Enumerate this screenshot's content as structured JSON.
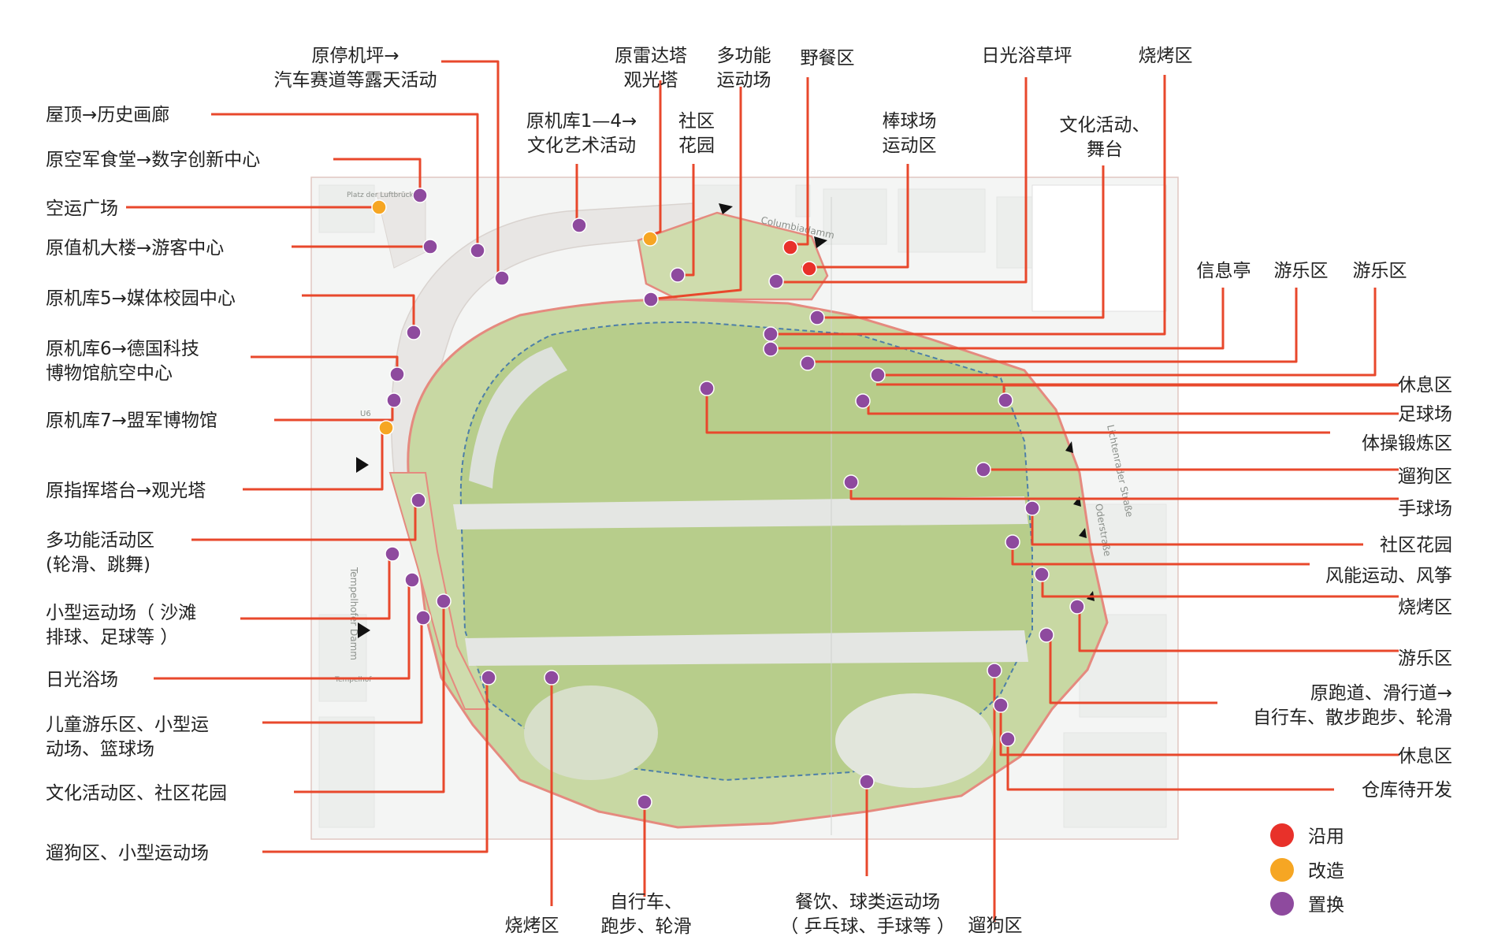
{
  "legend": {
    "items": [
      {
        "label": "沿用",
        "color": "#e8312a"
      },
      {
        "label": "改造",
        "color": "#f6a623"
      },
      {
        "label": "置换",
        "color": "#8e4a9e"
      }
    ]
  },
  "colors": {
    "leader": "#e8482c",
    "retain": "#e8312a",
    "renovate": "#f6a623",
    "replace": "#8e4a9e",
    "grass": "#b9cf8e",
    "runway": "#e3e6e3",
    "boundary": "#e58a7f"
  },
  "callouts": {
    "l1": "屋顶→历史画廊",
    "l2": "原空军食堂→数字创新中心",
    "l3": "空运广场",
    "l4": "原值机大楼→游客中心",
    "l5": "原机库5→媒体校园中心",
    "l6a": "原机库6→德国科技",
    "l6b": "博物馆航空中心",
    "l7": "原机库7→盟军博物馆",
    "l8": "原指挥塔台→观光塔",
    "l9a": "多功能活动区",
    "l9b": "(轮滑、跳舞)",
    "l10a": "小型运动场（ 沙滩",
    "l10b": "排球、足球等 ）",
    "l11": "日光浴场",
    "l12a": "儿童游乐区、小型运",
    "l12b": "动场、篮球场",
    "l13": "文化活动区、社区花园",
    "l14": "遛狗区、小型运动场",
    "t1a": "原停机坪→",
    "t1b": "汽车赛道等露天活动",
    "t2a": "原机库1—4→",
    "t2b": "文化艺术活动",
    "t3a": "原雷达塔",
    "t3b": "观光塔",
    "t4a": "社区",
    "t4b": "花园",
    "t5a": "多功能",
    "t5b": "运动场",
    "t6": "野餐区",
    "t7a": "棒球场",
    "t7b": "运动区",
    "t8": "日光浴草坪",
    "t9a": "文化活动、",
    "t9b": "舞台",
    "t10": "烧烤区",
    "t11": "信息亭",
    "t12": "游乐区",
    "t13": "游乐区",
    "r1": "休息区",
    "r2": "足球场",
    "r3": "体操锻炼区",
    "r4": "遛狗区",
    "r5": "手球场",
    "r6": "社区花园",
    "r7": "风能运动、风筝",
    "r8": "烧烤区",
    "r9": "游乐区",
    "r10a": "原跑道、滑行道→",
    "r10b": "自行车、散步跑步、轮滑",
    "r11": "休息区",
    "r12": "仓库待开发",
    "b1": "烧烤区",
    "b2a": "自行车、",
    "b2b": "跑步、轮滑",
    "b3a": "餐饮、球类运动场",
    "b3b": "（ 乒乓球、手球等 ）",
    "b4": "遛狗区"
  },
  "map_labels": {
    "columbiadamm": "Columbiadamm",
    "tempelhofer_damm": "Tempelhofer Damm",
    "oderstrasse": "Oderstraße",
    "lichtenrader": "Lichtenrader Straße",
    "platz": "Platz der Luftbrücke",
    "tempelhof": "Tempelhof",
    "u6": "U6"
  }
}
